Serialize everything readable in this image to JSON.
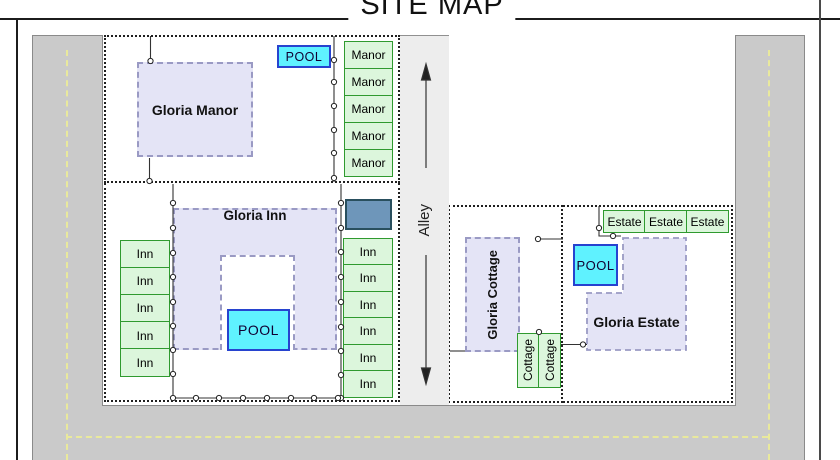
{
  "title": "SITE MAP",
  "alley": {
    "label": "Alley"
  },
  "buildings": {
    "manor": "Gloria Manor",
    "inn": "Gloria Inn",
    "cottage": "Gloria Cottage",
    "estate": "Gloria Estate"
  },
  "pools": {
    "manor": "POOL",
    "inn": "POOL",
    "estate": "POOL"
  },
  "units": {
    "manor": [
      "Manor",
      "Manor",
      "Manor",
      "Manor",
      "Manor"
    ],
    "inn_left": [
      "Inn",
      "Inn",
      "Inn",
      "Inn",
      "Inn"
    ],
    "inn_right": [
      "Inn",
      "Inn",
      "Inn",
      "Inn",
      "Inn",
      "Inn"
    ],
    "estate": [
      "Estate",
      "Estate",
      "Estate"
    ],
    "cottage": [
      "Cottage",
      "Cottage"
    ]
  },
  "colors": {
    "road_fill": "#cacaca",
    "alley_fill": "#ededed",
    "centerline_yellow": "#e9e99c",
    "building_fill": "#e4e4f6",
    "building_border": "#9a9ac4",
    "unit_fill": "#dcf6dc",
    "unit_border": "#2f9a2f",
    "pool_fill": "#5ff2ff",
    "pool_border": "#2743cf",
    "utility_box_fill": "#6e96ba",
    "utility_box_border": "#294f5e"
  }
}
